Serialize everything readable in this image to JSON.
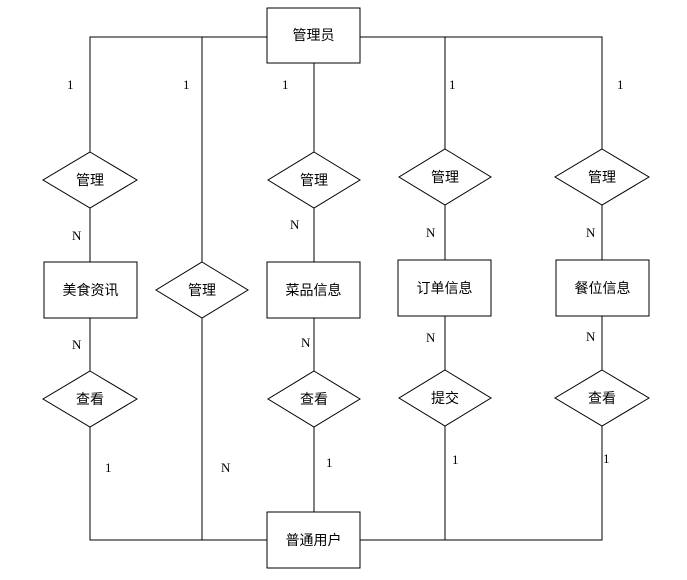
{
  "entities": {
    "admin": "管理员",
    "food_news": "美食资讯",
    "dish_info": "菜品信息",
    "order_info": "订单信息",
    "seat_info": "餐位信息",
    "user": "普通用户"
  },
  "relationships": {
    "manage_food_news": "管理",
    "manage_user": "管理",
    "manage_dish": "管理",
    "manage_order": "管理",
    "manage_seat": "管理",
    "view_food_news": "查看",
    "view_dish": "查看",
    "submit_order": "提交",
    "view_seat": "查看"
  },
  "cardinalities": {
    "admin_food_news_one": "1",
    "food_news_many": "N",
    "admin_user_one": "1",
    "user_many": "N",
    "admin_dish_one": "1",
    "dish_many": "N",
    "admin_order_one": "1",
    "order_many": "N",
    "admin_seat_one": "1",
    "seat_many": "N",
    "food_news_view_many": "N",
    "food_news_view_one": "1",
    "dish_view_many": "N",
    "dish_view_one": "1",
    "order_submit_many": "N",
    "order_submit_one": "1",
    "seat_view_many": "N",
    "seat_view_one": "1"
  }
}
